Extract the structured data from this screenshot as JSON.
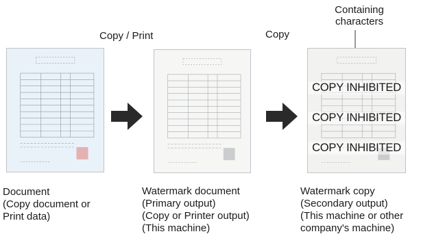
{
  "top_labels": {
    "copy_print": "Copy / Print",
    "copy": "Copy",
    "containing_characters": [
      "Containing",
      "characters"
    ]
  },
  "stages": [
    {
      "caption": [
        "Document",
        "(Copy document or",
        "Print data)"
      ],
      "tint": "#e9f2f8"
    },
    {
      "caption": [
        "Watermark document",
        "(Primary output)",
        "(Copy or Printer output)",
        "(This machine)"
      ],
      "tint": "#f6f6f4"
    },
    {
      "caption": [
        "Watermark copy",
        "(Secondary output)",
        "(This machine or other",
        "company's machine)"
      ],
      "tint": "#f2f2f0"
    }
  ],
  "watermark_text": "COPY INHIBITED",
  "watermark_repeat": 3,
  "colors": {
    "arrow": "#2a2a2a",
    "form_lines": "#6f7a84",
    "stamp": "#e2a1a1"
  }
}
